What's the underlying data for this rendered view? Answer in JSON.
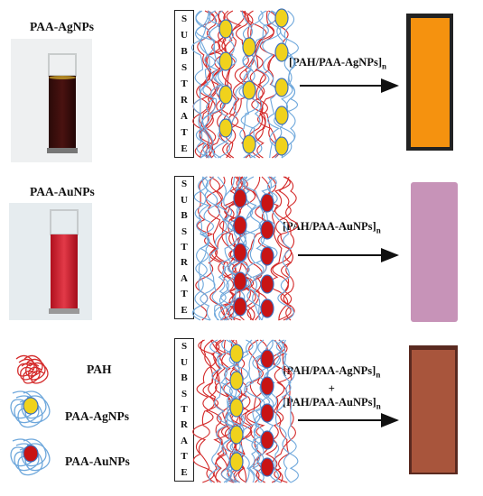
{
  "vials": {
    "ag_label": "PAA-AgNPs",
    "au_label": "PAA-AuNPs"
  },
  "substrate": {
    "letters": [
      "S",
      "U",
      "B",
      "S",
      "T",
      "R",
      "A",
      "T",
      "E"
    ]
  },
  "equations": {
    "row1": "[PAH/PAA-AgNPs]",
    "row2": "[PAH/PAA-AuNPs]",
    "row3a": "[PAH/PAA-AgNPs]",
    "plus": "+",
    "row3b": "[PAH/PAA-AuNPs]",
    "subscript": "n"
  },
  "legend": {
    "pah": "PAH",
    "ag": "PAA-AgNPs",
    "au": "PAA-AuNPs"
  },
  "colors": {
    "pah_red": "#d42a2a",
    "paa_blue": "#6fa8dc",
    "ag_yellow": "#f0d21c",
    "au_red": "#c81414",
    "film_orange": "#f5920f",
    "film_pink": "#c793b8",
    "film_brown": "#a8553c"
  }
}
